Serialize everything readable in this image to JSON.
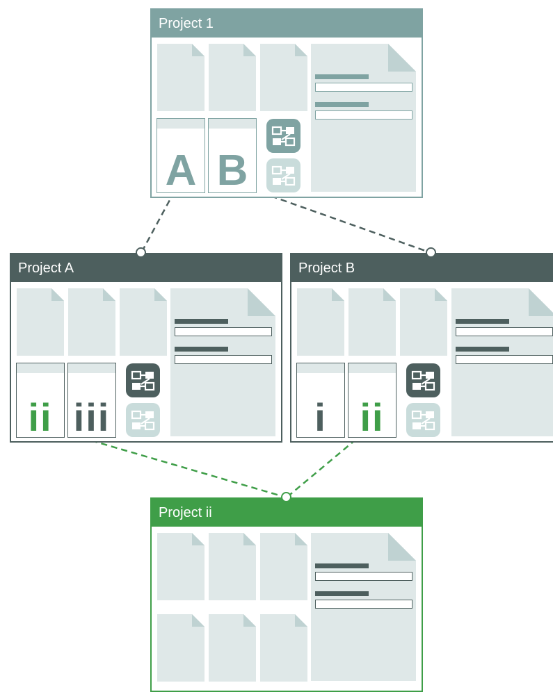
{
  "colors": {
    "tile": "#dfe8e8",
    "fold": "#bfd2d2",
    "project1": "#7fa3a2",
    "projectA": "#4d5f5e",
    "projectB": "#4d5f5e",
    "projectii": "#3f9e48",
    "green_text": "#3f9e48",
    "dark_text": "#4d5f5e"
  },
  "projects": {
    "p1": {
      "title": "Project 1",
      "sub_left": "A",
      "sub_right": "B"
    },
    "pA": {
      "title": "Project A",
      "sub_left": "ii",
      "sub_right": "iii"
    },
    "pB": {
      "title": "Project B",
      "sub_left": "i",
      "sub_right": "ii"
    },
    "pii": {
      "title": "Project ii"
    }
  },
  "icons": [
    "document-icon",
    "workflow-icon",
    "connector-node"
  ]
}
